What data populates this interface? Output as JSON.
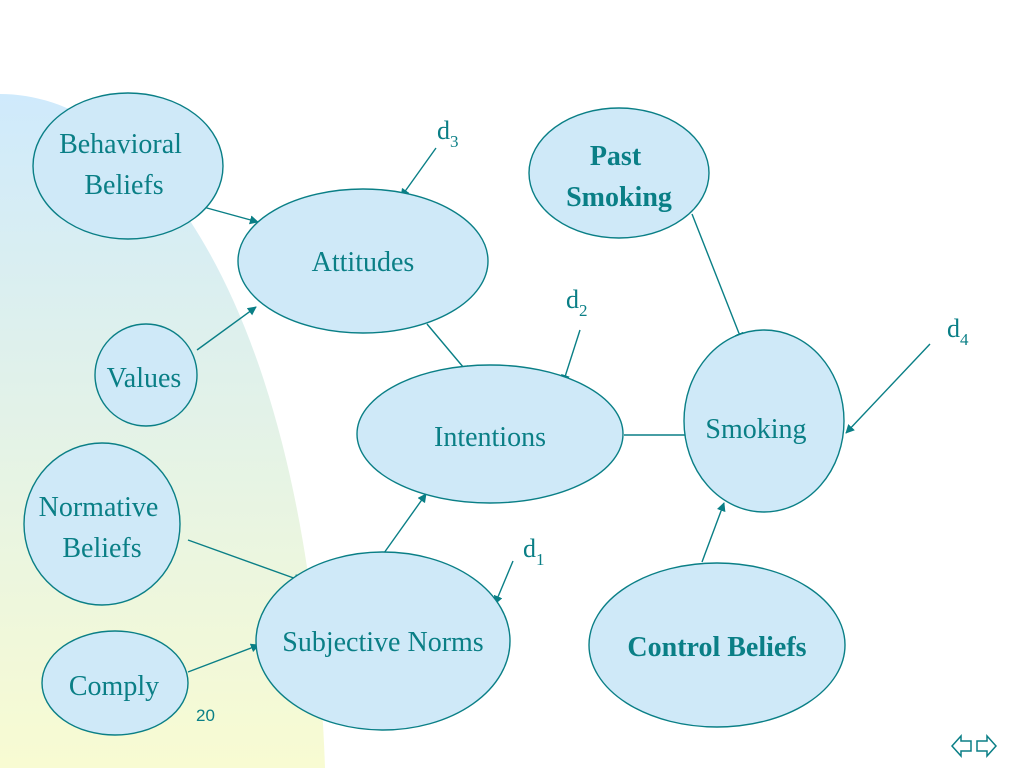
{
  "diagram": {
    "nodes": {
      "behavioral_beliefs": {
        "lines": [
          "Behavioral",
          "Beliefs"
        ]
      },
      "attitudes": {
        "lines": [
          "Attitudes"
        ]
      },
      "values": {
        "lines": [
          "Values"
        ]
      },
      "normative_beliefs": {
        "lines": [
          "Normative",
          "Beliefs"
        ]
      },
      "comply": {
        "lines": [
          "Comply"
        ]
      },
      "subjective_norms": {
        "lines": [
          "Subjective Norms"
        ]
      },
      "intentions": {
        "lines": [
          "Intentions"
        ]
      },
      "past_smoking": {
        "lines": [
          "Past",
          "Smoking"
        ]
      },
      "smoking": {
        "lines": [
          "Smoking"
        ]
      },
      "control_beliefs": {
        "lines": [
          "Control Beliefs"
        ]
      }
    },
    "disturbances": {
      "d3": {
        "base": "d",
        "sub": "3"
      },
      "d2": {
        "base": "d",
        "sub": "2"
      },
      "d1": {
        "base": "d",
        "sub": "1"
      },
      "d4": {
        "base": "d",
        "sub": "4"
      }
    },
    "edges": [
      {
        "from": "behavioral_beliefs",
        "to": "attitudes"
      },
      {
        "from": "values",
        "to": "attitudes"
      },
      {
        "from": "attitudes",
        "to": "intentions"
      },
      {
        "from": "normative_beliefs",
        "to": "subjective_norms"
      },
      {
        "from": "comply",
        "to": "subjective_norms"
      },
      {
        "from": "subjective_norms",
        "to": "intentions"
      },
      {
        "from": "intentions",
        "to": "smoking"
      },
      {
        "from": "past_smoking",
        "to": "smoking"
      },
      {
        "from": "control_beliefs",
        "to": "smoking"
      },
      {
        "from": "d3",
        "to": "attitudes"
      },
      {
        "from": "d2",
        "to": "intentions"
      },
      {
        "from": "d1",
        "to": "subjective_norms"
      },
      {
        "from": "d4",
        "to": "smoking"
      }
    ]
  },
  "page_number": "20",
  "colors": {
    "ink": "#0a7f86",
    "node_fill": "#cfe9f8",
    "background_top": "#cfeafc",
    "background_bottom": "#f8fbd2"
  },
  "navigation": {
    "prev_icon": "arrow-left-outline-icon",
    "next_icon": "arrow-right-outline-icon"
  }
}
